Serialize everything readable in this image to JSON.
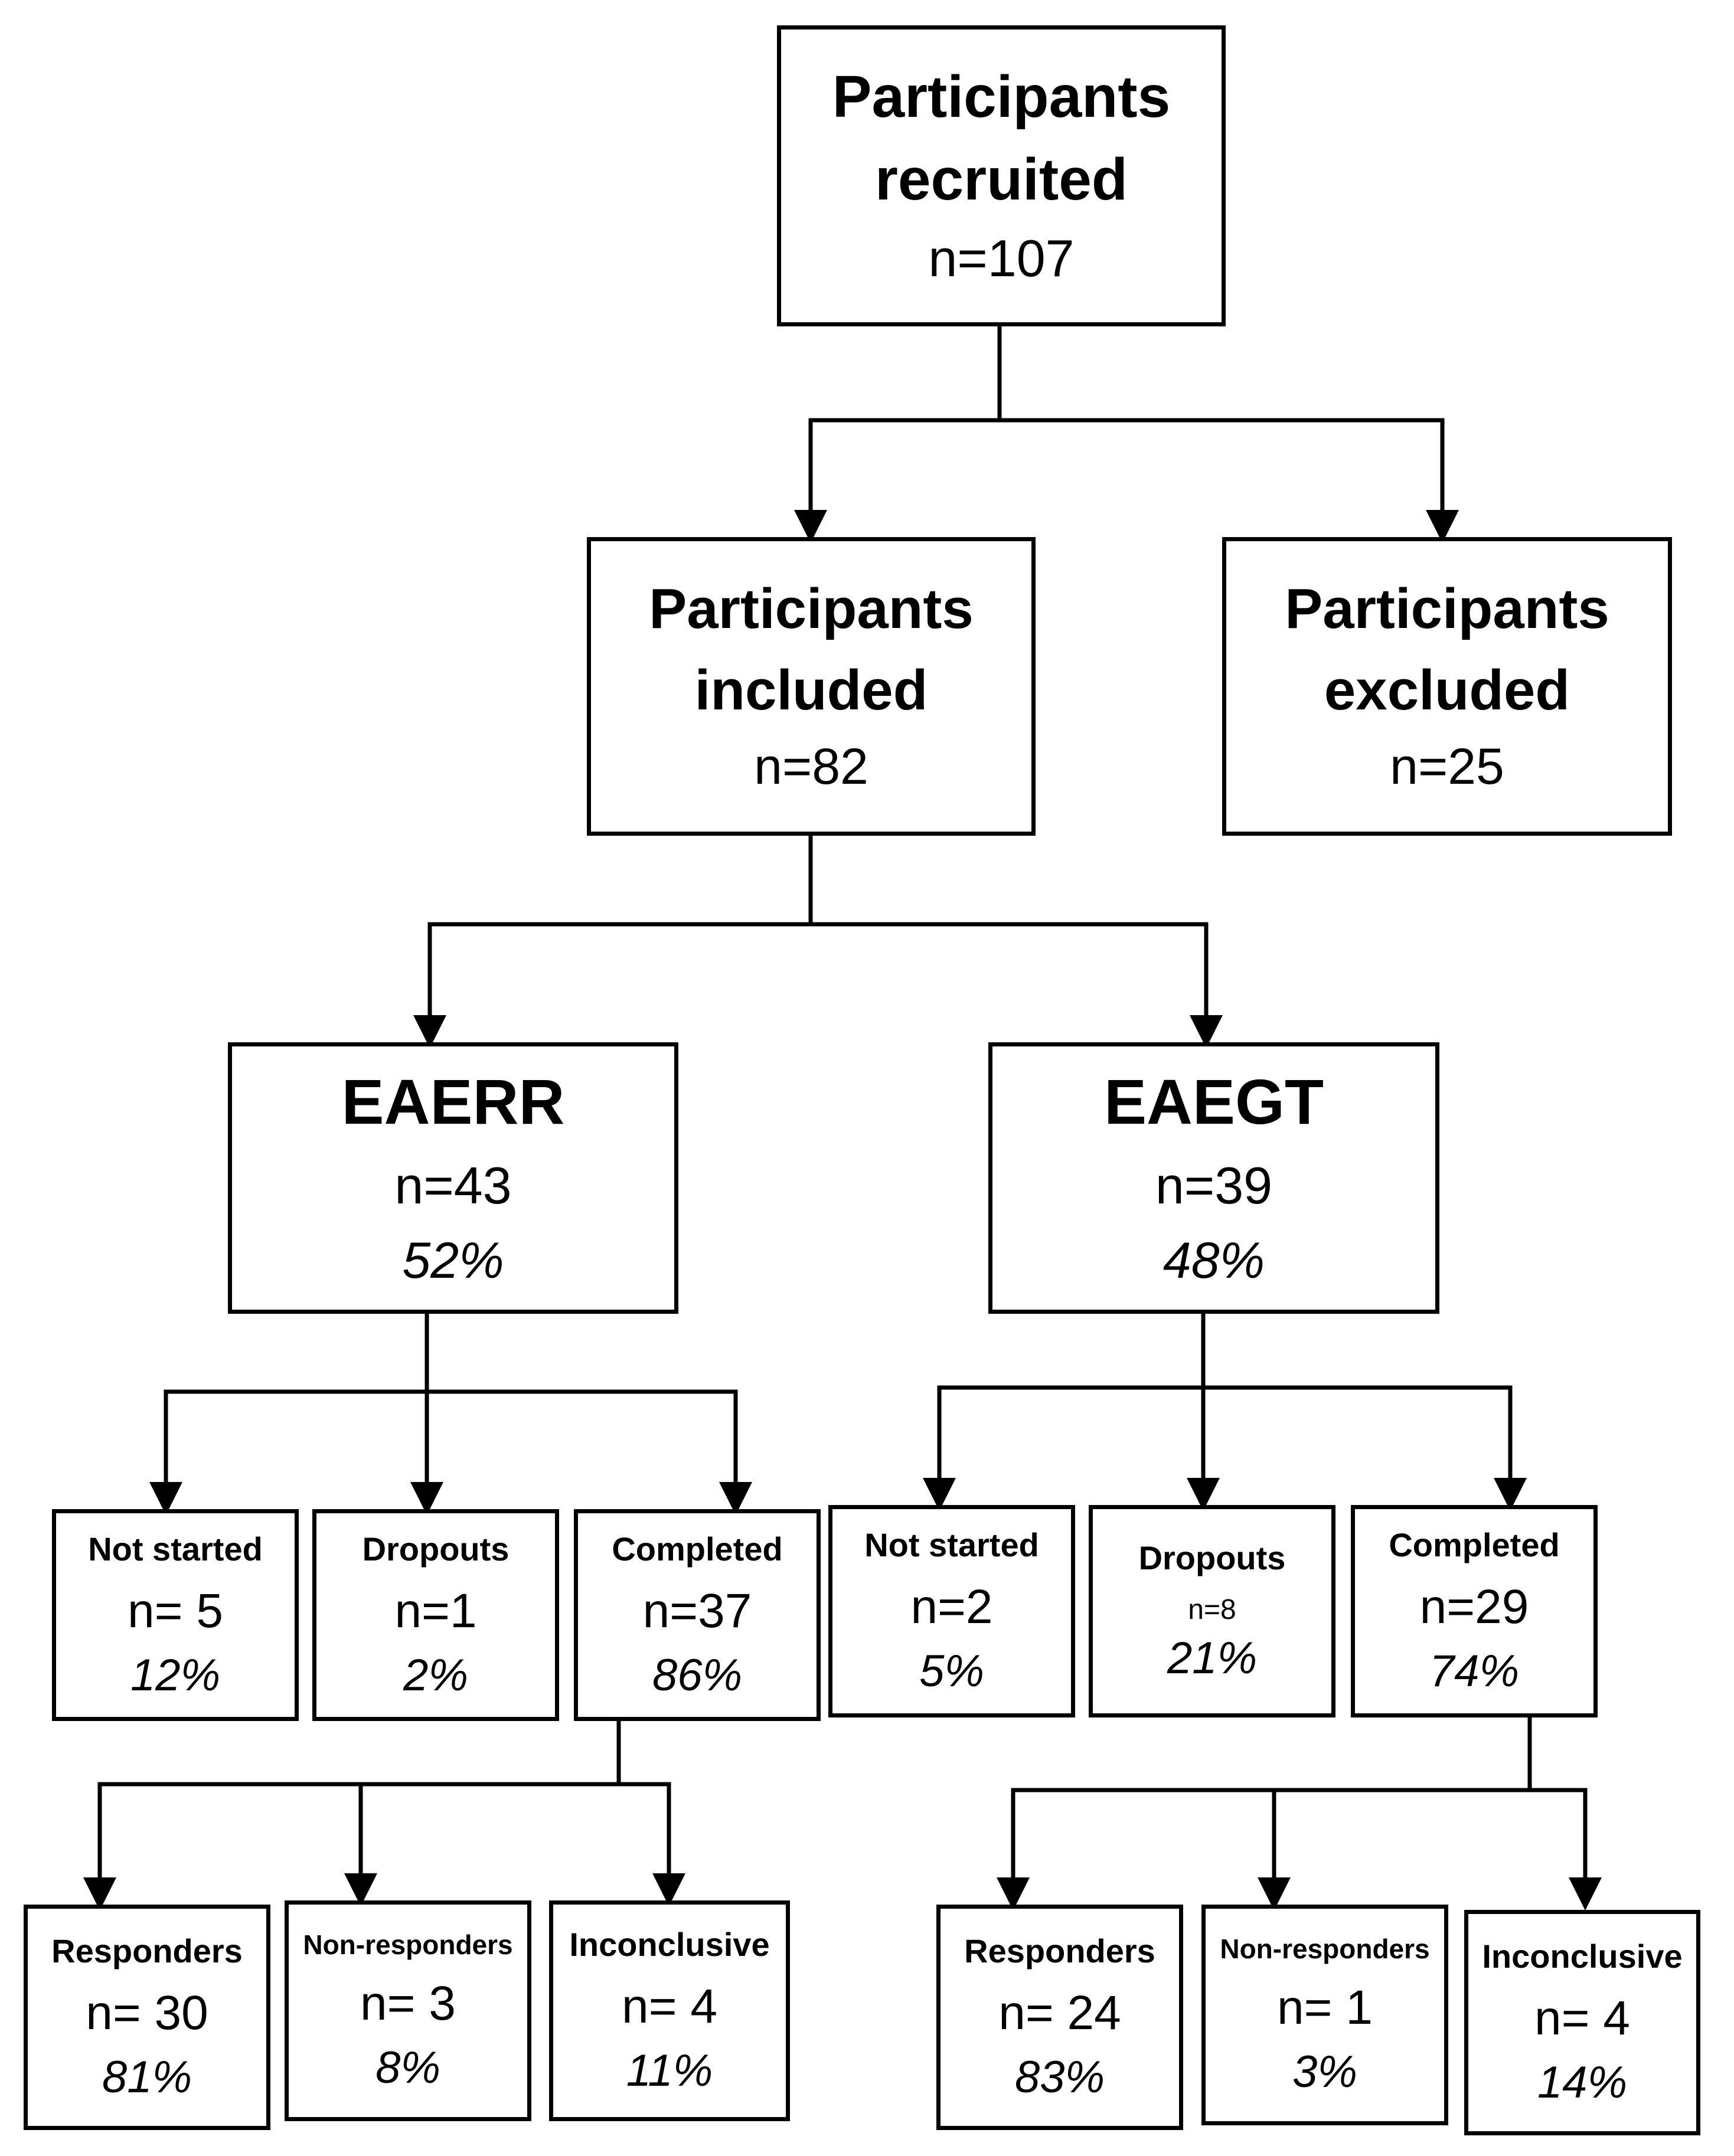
{
  "recruited": {
    "title_line1": "Participants",
    "title_line2": "recruited",
    "n": "n=107"
  },
  "included": {
    "title_line1": "Participants",
    "title_line2": "included",
    "n": "n=82"
  },
  "excluded": {
    "title_line1": "Participants",
    "title_line2": "excluded",
    "n": "n=25"
  },
  "eaerr": {
    "title": "EAERR",
    "n": "n=43",
    "pct": "52%",
    "not_started": {
      "title": "Not started",
      "n": "n= 5",
      "pct": "12%"
    },
    "dropouts": {
      "title": "Dropouts",
      "n": "n=1",
      "pct": "2%"
    },
    "completed": {
      "title": "Completed",
      "n": "n=37",
      "pct": "86%"
    },
    "responders": {
      "title": "Responders",
      "n": "n= 30",
      "pct": "81%"
    },
    "non_responders": {
      "title": "Non-responders",
      "n": "n= 3",
      "pct": "8%"
    },
    "inconclusive": {
      "title": "Inconclusive",
      "n": "n= 4",
      "pct": "11%"
    }
  },
  "eaegt": {
    "title": "EAEGT",
    "n": "n=39",
    "pct": "48%",
    "not_started": {
      "title": "Not started",
      "n": "n=2",
      "pct": "5%"
    },
    "dropouts": {
      "title": "Dropouts",
      "n": "n=8",
      "pct": "21%"
    },
    "completed": {
      "title": "Completed",
      "n": "n=29",
      "pct": "74%"
    },
    "responders": {
      "title": "Responders",
      "n": "n= 24",
      "pct": "83%"
    },
    "non_responders": {
      "title": "Non-responders",
      "n": "n= 1",
      "pct": "3%"
    },
    "inconclusive": {
      "title": "Inconclusive",
      "n": "n= 4",
      "pct": "14%"
    }
  }
}
